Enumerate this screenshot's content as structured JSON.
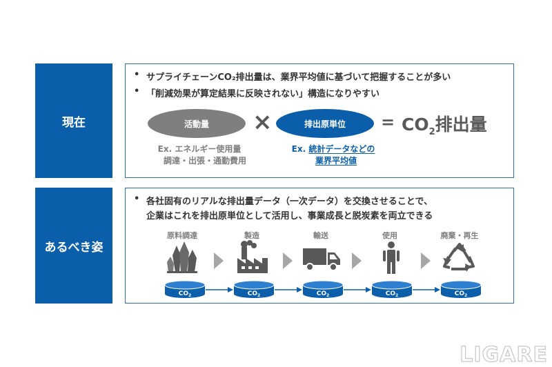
{
  "current": {
    "label": "現在",
    "bullets": [
      {
        "text": "サプライチェーンCO₂排出量は、業界平均値に基づいて把握することが多い"
      },
      {
        "text": "「削減効果が算定結果に反映されない」構造になりやすい"
      }
    ],
    "bullet_mark": "•",
    "formula": {
      "left_oval": "活動量",
      "times": "×",
      "right_oval": "排出原単位",
      "equals": "=",
      "result_prefix": "CO",
      "result_sub": "2",
      "result_suffix": "排出量"
    },
    "ex_left_1": "Ex. エネルギー使用量",
    "ex_left_2": "調達・出張・通勤費用",
    "ex_right_prefix": "Ex. ",
    "ex_right_1": "統計データなどの",
    "ex_right_2": "業界平均値"
  },
  "ideal": {
    "label": "あるべき姿",
    "bullet_line1": "各社固有のリアルな排出量データ（一次データ）を交換させることで、",
    "bullet_line2": "企業はこれを排出原単位として活用し、事業成長と脱炭素を両立できる",
    "stages": [
      {
        "label": "原料調達",
        "icon": "crystal-icon"
      },
      {
        "label": "製造",
        "icon": "factory-icon"
      },
      {
        "label": "輸送",
        "icon": "truck-icon"
      },
      {
        "label": "使用",
        "icon": "person-icon"
      },
      {
        "label": "廃棄・再生",
        "icon": "recycle-icon"
      }
    ],
    "drum_label_main": "CO",
    "drum_label_sub": "2"
  },
  "colors": {
    "brand_blue": "#0b5faa",
    "oval_gray": "#7f7f7f",
    "icon_gray": "#595959",
    "chevron_gray": "#a6a6a6"
  },
  "watermark": "LIGARE"
}
